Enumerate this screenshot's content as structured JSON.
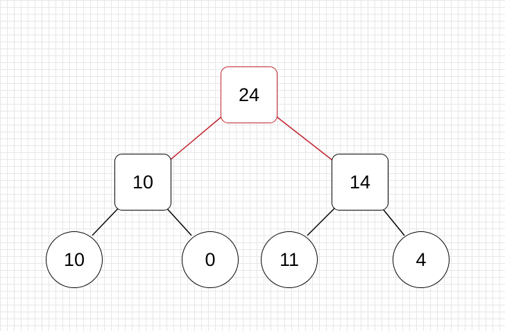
{
  "colors": {
    "accent": "#c0212b",
    "stroke": "#000000",
    "background": "#ffffff",
    "grid": "#e6e6e6"
  },
  "tree": {
    "root": {
      "label": "24"
    },
    "left": {
      "label": "10"
    },
    "right": {
      "label": "14"
    },
    "left_left": {
      "label": "10"
    },
    "left_right": {
      "label": "0"
    },
    "right_left": {
      "label": "11"
    },
    "right_right": {
      "label": "4"
    }
  }
}
